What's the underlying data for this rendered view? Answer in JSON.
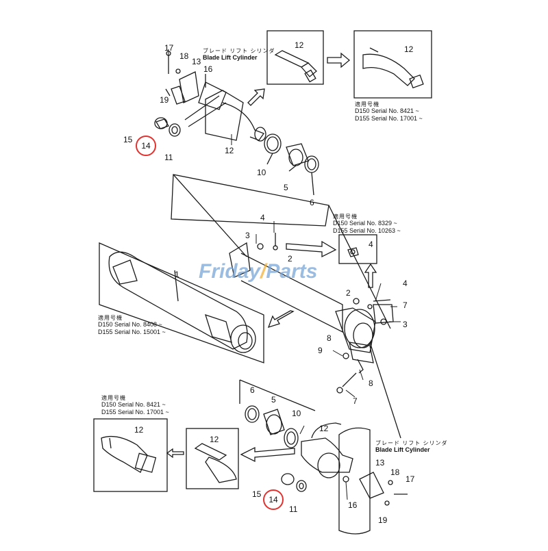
{
  "captions": {
    "top_right": {
      "jp": "適用号機",
      "l1": "D150  Serial No. 8421 ~",
      "l2": "D155  Serial No. 17001 ~"
    },
    "mid_right": {
      "jp": "適用号機",
      "l1": "D150  Serial No. 8329 ~",
      "l2": "D155  Serial No. 10263 ~"
    },
    "left_tube": {
      "jp": "適用号機",
      "l1": "D150  Serial No. 8408 ~",
      "l2": "D155  Serial No. 15001 ~"
    },
    "bottom_left": {
      "jp": "適用号機",
      "l1": "D150  Serial No. 8421 ~",
      "l2": "D155  Serial No. 17001 ~"
    },
    "blade_top": {
      "jp": "ブレード リフト シリンダ",
      "en": "Blade Lift Cylinder"
    },
    "blade_bottom": {
      "jp": "ブレード リフト シリンダ",
      "en": "Blade Lift Cylinder"
    }
  },
  "watermark": {
    "part1": "Friday",
    "part2": "Parts"
  },
  "highlight": {
    "top": "14",
    "bottom": "14"
  },
  "labels": {
    "p1": "1",
    "p2": "2",
    "p3": "3",
    "p4": "4",
    "p5": "5",
    "p6": "6",
    "p7": "7",
    "p8": "8",
    "p9": "9",
    "p10": "10",
    "p11": "11",
    "p12": "12",
    "p13": "13",
    "p15": "15",
    "p16": "16",
    "p17": "17",
    "p18": "18",
    "p19": "19"
  },
  "colors": {
    "highlight": "#e0322f",
    "line": "#1a1a1a",
    "watermark": "#7aa6d8",
    "watermark_accent": "#f2b23a"
  }
}
